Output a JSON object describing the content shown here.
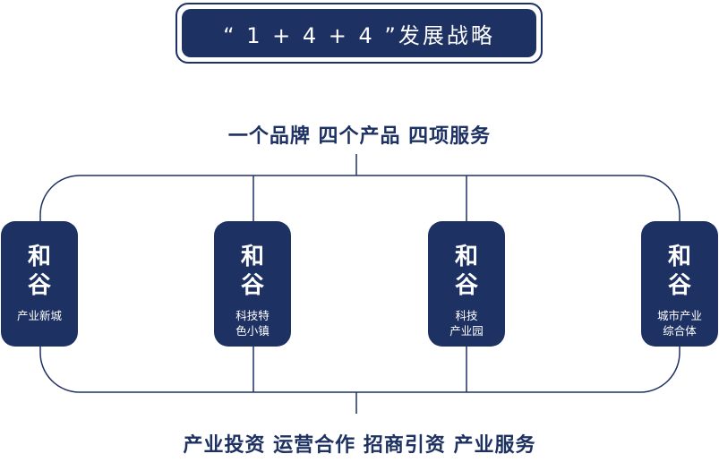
{
  "title": "“ 1 + 4 + 4 ”发展战略",
  "top_text": "一个品牌 四个产品 四项服务",
  "bottom_text": "产业投资 运营合作 招商引资 产业服务",
  "cards": [
    {
      "brand": "和\n谷",
      "desc": "产业新城"
    },
    {
      "brand": "和\n谷",
      "desc": "科技特\n色小镇"
    },
    {
      "brand": "和\n谷",
      "desc": "科技\n产业园"
    },
    {
      "brand": "和\n谷",
      "desc": "城市产业\n综合体"
    }
  ],
  "colors": {
    "primary": "#1e3163",
    "background": "#ffffff",
    "text_on_primary": "#ffffff"
  }
}
